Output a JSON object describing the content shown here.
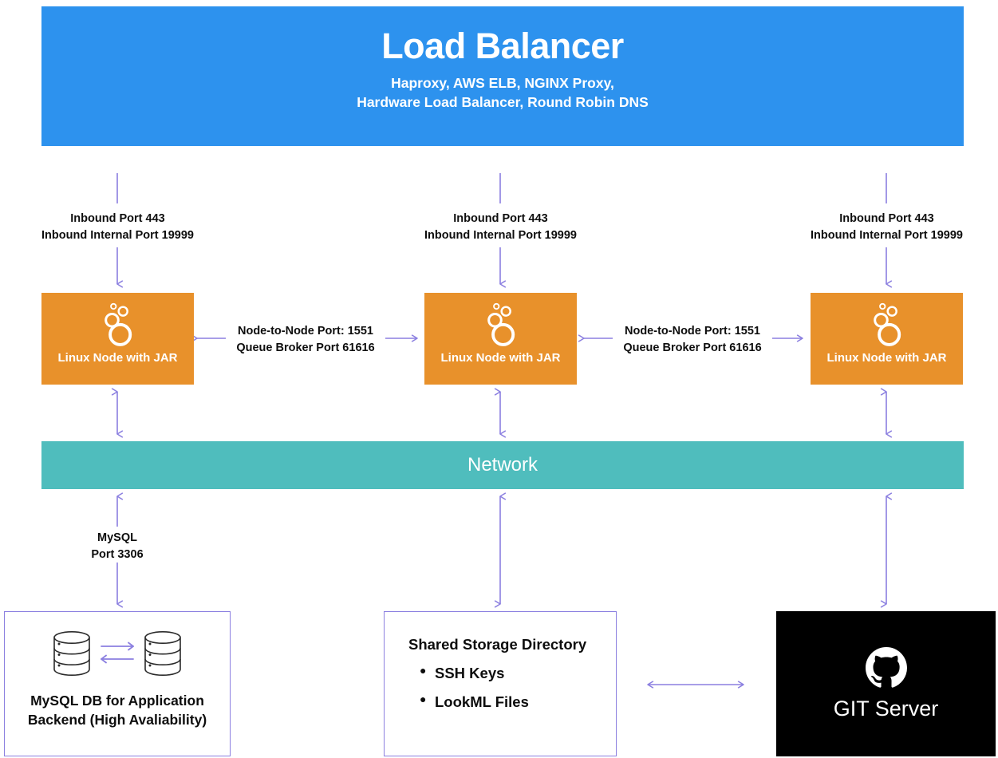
{
  "diagram": {
    "colors": {
      "load_balancer": "#2D92EE",
      "node": "#E8912B",
      "network": "#4FBDBD",
      "arrow": "#8B7FE0",
      "git": "#000000",
      "text": "#0D0D0D"
    }
  },
  "load_balancer": {
    "title": "Load Balancer",
    "subtitle_line1": "Haproxy, AWS ELB, NGINX Proxy,",
    "subtitle_line2": "Hardware Load Balancer, Round Robin DNS"
  },
  "inbound_labels": [
    {
      "line1": "Inbound Port 443",
      "line2": "Inbound Internal Port 19999"
    },
    {
      "line1": "Inbound Port 443",
      "line2": "Inbound Internal Port 19999"
    },
    {
      "line1": "Inbound Port 443",
      "line2": "Inbound Internal Port 19999"
    }
  ],
  "nodes": [
    {
      "label": "Linux Node with JAR",
      "icon": "looker-bubbles-icon"
    },
    {
      "label": "Linux Node with JAR",
      "icon": "looker-bubbles-icon"
    },
    {
      "label": "Linux Node with JAR",
      "icon": "looker-bubbles-icon"
    }
  ],
  "node_links": [
    {
      "line1": "Node-to-Node Port: 1551",
      "line2": "Queue Broker Port 61616"
    },
    {
      "line1": "Node-to-Node Port: 1551",
      "line2": "Queue Broker Port 61616"
    }
  ],
  "network": {
    "label": "Network"
  },
  "mysql_link": {
    "line1": "MySQL",
    "line2": "Port 3306"
  },
  "database": {
    "icon": "database-cylinder-icon",
    "caption_line1": "MySQL DB for Application",
    "caption_line2": "Backend (High Avaliability)"
  },
  "shared_storage": {
    "title": "Shared Storage Directory",
    "items": [
      "SSH Keys",
      "LookML Files"
    ]
  },
  "git_server": {
    "label": "GIT Server",
    "icon": "github-octocat-icon"
  }
}
